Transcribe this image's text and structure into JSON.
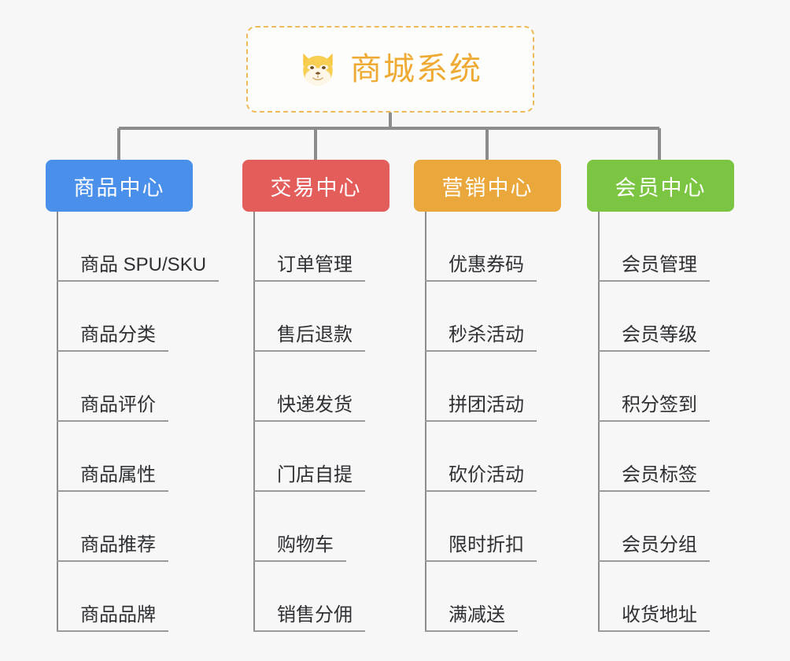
{
  "root": {
    "title": "商城系统",
    "icon": "shiba-dog-face-icon",
    "border_color": "#edb95a",
    "text_color": "#eeaa33",
    "background": "#fdfdfb"
  },
  "page": {
    "background": "#f7f7f7",
    "connector_color": "#8c8c8c",
    "item_rule_color": "#9a9a9a",
    "item_text_color": "#2e3033"
  },
  "columns": [
    {
      "title": "商品中心",
      "color": "#4a90ea",
      "color_name": "blue",
      "items": [
        "商品 SPU/SKU",
        "商品分类",
        "商品评价",
        "商品属性",
        "商品推荐",
        "商品品牌"
      ]
    },
    {
      "title": "交易中心",
      "color": "#e35d5b",
      "color_name": "red",
      "items": [
        "订单管理",
        "售后退款",
        "快递发货",
        "门店自提",
        "购物车",
        "销售分佣"
      ]
    },
    {
      "title": "营销中心",
      "color": "#eaa83c",
      "color_name": "orange",
      "items": [
        "优惠券码",
        "秒杀活动",
        "拼团活动",
        "砍价活动",
        "限时折扣",
        "满减送"
      ]
    },
    {
      "title": "会员中心",
      "color": "#7cc543",
      "color_name": "green",
      "items": [
        "会员管理",
        "会员等级",
        "积分签到",
        "会员标签",
        "会员分组",
        "收货地址"
      ]
    }
  ]
}
